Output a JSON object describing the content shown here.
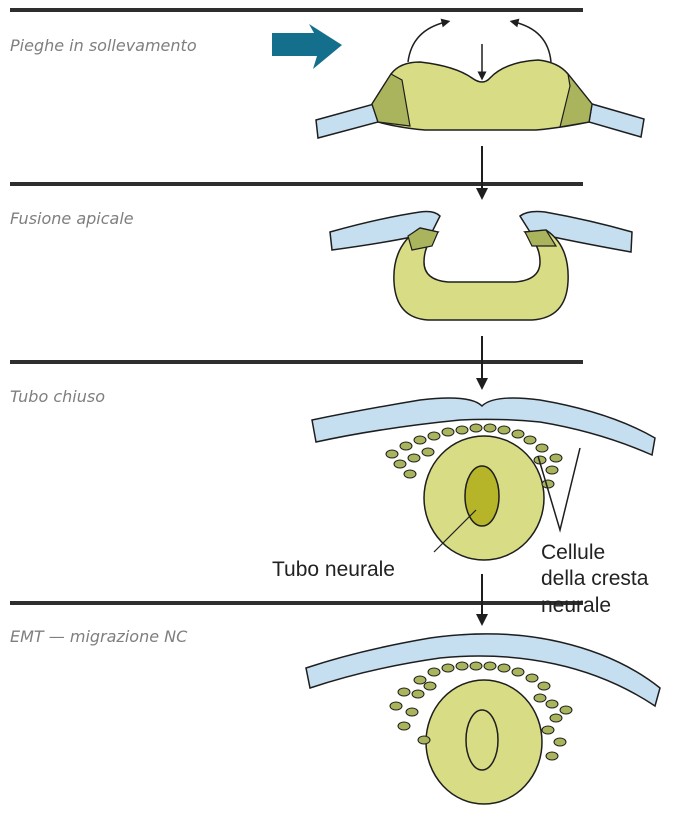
{
  "stages": [
    {
      "label": "Pieghe in sollevamento"
    },
    {
      "label": "Fusione apicale"
    },
    {
      "label": "Tubo chiuso"
    },
    {
      "label": "EMT — migrazione NC"
    }
  ],
  "annotations": {
    "neural_tube": "Tubo neurale",
    "neural_crest": [
      "Cellule",
      "della cresta",
      "neurale"
    ]
  },
  "colors": {
    "ectoderm": "#c5dff0",
    "neural_plate": "#d8dc84",
    "crest": "#a9b45c",
    "lumen": "#b6b52a",
    "outline": "#1e1e1e",
    "divider": "#2e2e2e",
    "pointer_arrow": "#136f8c"
  }
}
